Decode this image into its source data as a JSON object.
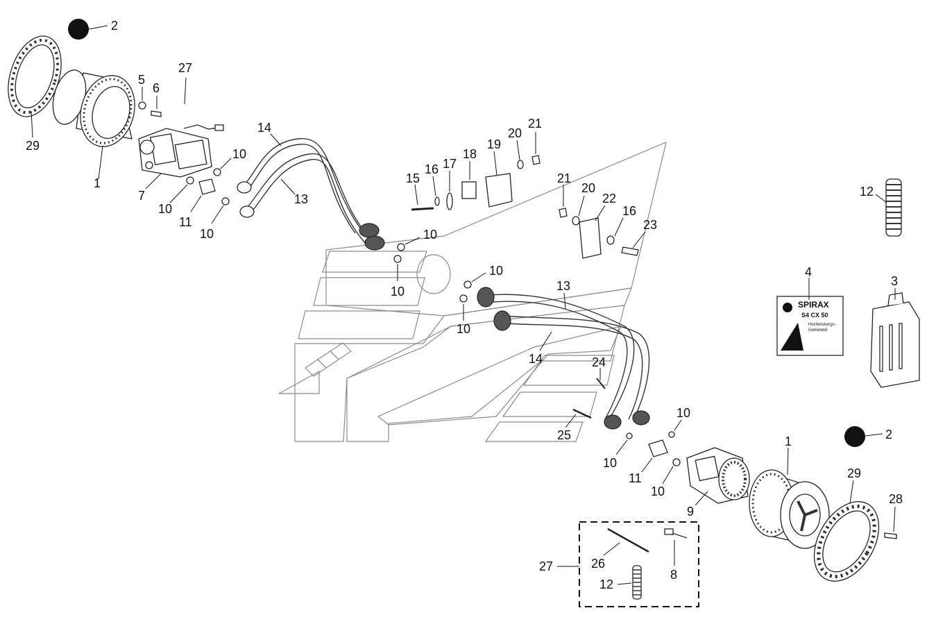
{
  "callouts": [
    {
      "id": "c2a",
      "label": "2"
    },
    {
      "id": "c29a",
      "label": "29"
    },
    {
      "id": "c1a",
      "label": "1"
    },
    {
      "id": "c5",
      "label": "5"
    },
    {
      "id": "c6",
      "label": "6"
    },
    {
      "id": "c27a",
      "label": "27"
    },
    {
      "id": "c7",
      "label": "7"
    },
    {
      "id": "c10a",
      "label": "10"
    },
    {
      "id": "c10b",
      "label": "10"
    },
    {
      "id": "c11a",
      "label": "11"
    },
    {
      "id": "c10c",
      "label": "10"
    },
    {
      "id": "c14a",
      "label": "14"
    },
    {
      "id": "c13a",
      "label": "13"
    },
    {
      "id": "c10d",
      "label": "10"
    },
    {
      "id": "c10e",
      "label": "10"
    },
    {
      "id": "c15",
      "label": "15"
    },
    {
      "id": "c16a",
      "label": "16"
    },
    {
      "id": "c17",
      "label": "17"
    },
    {
      "id": "c18",
      "label": "18"
    },
    {
      "id": "c19",
      "label": "19"
    },
    {
      "id": "c20a",
      "label": "20"
    },
    {
      "id": "c21a",
      "label": "21"
    },
    {
      "id": "c21b",
      "label": "21"
    },
    {
      "id": "c20b",
      "label": "20"
    },
    {
      "id": "c22",
      "label": "22"
    },
    {
      "id": "c16b",
      "label": "16"
    },
    {
      "id": "c23",
      "label": "23"
    },
    {
      "id": "c10f",
      "label": "10"
    },
    {
      "id": "c10g",
      "label": "10"
    },
    {
      "id": "c13b",
      "label": "13"
    },
    {
      "id": "c14b",
      "label": "14"
    },
    {
      "id": "c24",
      "label": "24"
    },
    {
      "id": "c25",
      "label": "25"
    },
    {
      "id": "c12a",
      "label": "12"
    },
    {
      "id": "c4",
      "label": "4"
    },
    {
      "id": "c3",
      "label": "3"
    },
    {
      "id": "c10h",
      "label": "10"
    },
    {
      "id": "c2b",
      "label": "2"
    },
    {
      "id": "c1b",
      "label": "1"
    },
    {
      "id": "c10i",
      "label": "10"
    },
    {
      "id": "c11b",
      "label": "11"
    },
    {
      "id": "c10j",
      "label": "10"
    },
    {
      "id": "c29b",
      "label": "29"
    },
    {
      "id": "c9",
      "label": "9"
    },
    {
      "id": "c28",
      "label": "28"
    },
    {
      "id": "c27b",
      "label": "27"
    },
    {
      "id": "c26",
      "label": "26"
    },
    {
      "id": "c8",
      "label": "8"
    },
    {
      "id": "c12b",
      "label": "12"
    }
  ],
  "oil_label": {
    "brand": "SPIRAX",
    "grade": "S4 CX 50",
    "line1": "Hochleistungs-",
    "line2": "Getriebeöl"
  },
  "colors": {
    "ink": "#111111",
    "frame": "#8a8a8a",
    "marker": "#111111"
  }
}
